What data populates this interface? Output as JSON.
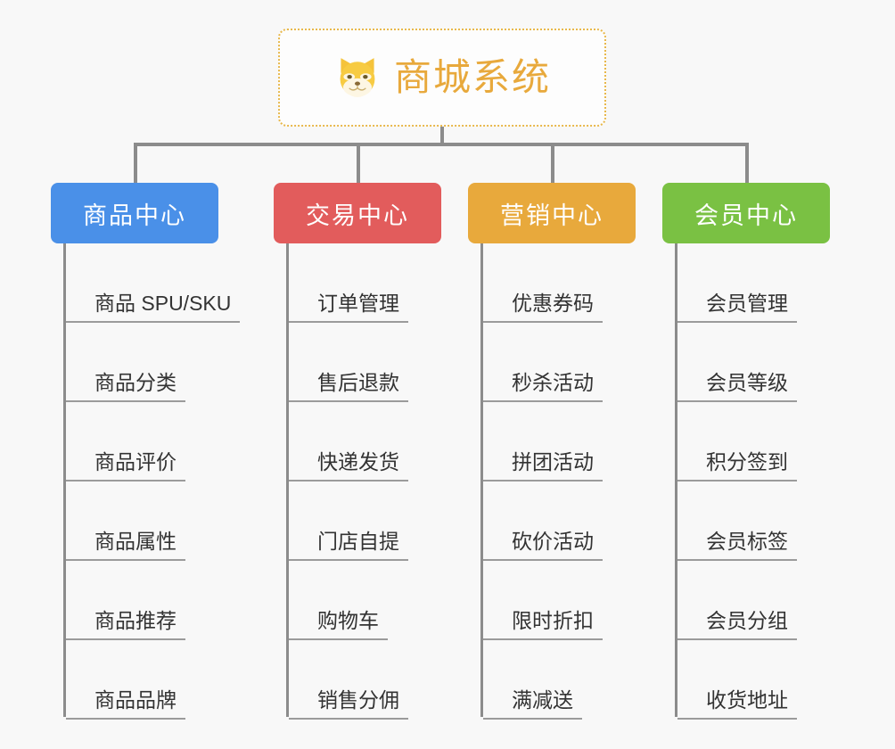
{
  "diagram": {
    "type": "mindmap-tree",
    "background_color": "#f8f8f8",
    "connector_color": "#8c8c8c",
    "root": {
      "title": "商城系统",
      "icon": "shiba-dog-face-icon",
      "text_color": "#e8a93c",
      "border_color": "#e8b84b",
      "border_style": "dotted",
      "background_color": "#fdfdfd"
    },
    "branches": [
      {
        "label": "商品中心",
        "color": "#4a90e8",
        "items": [
          "商品 SPU/SKU",
          "商品分类",
          "商品评价",
          "商品属性",
          "商品推荐",
          "商品品牌"
        ]
      },
      {
        "label": "交易中心",
        "color": "#e25c5c",
        "items": [
          "订单管理",
          "售后退款",
          "快递发货",
          "门店自提",
          "购物车",
          "销售分佣"
        ]
      },
      {
        "label": "营销中心",
        "color": "#e8a93c",
        "items": [
          "优惠券码",
          "秒杀活动",
          "拼团活动",
          "砍价活动",
          "限时折扣",
          "满减送"
        ]
      },
      {
        "label": "会员中心",
        "color": "#7ac143",
        "items": [
          "会员管理",
          "会员等级",
          "积分签到",
          "会员标签",
          "会员分组",
          "收货地址"
        ]
      }
    ]
  }
}
